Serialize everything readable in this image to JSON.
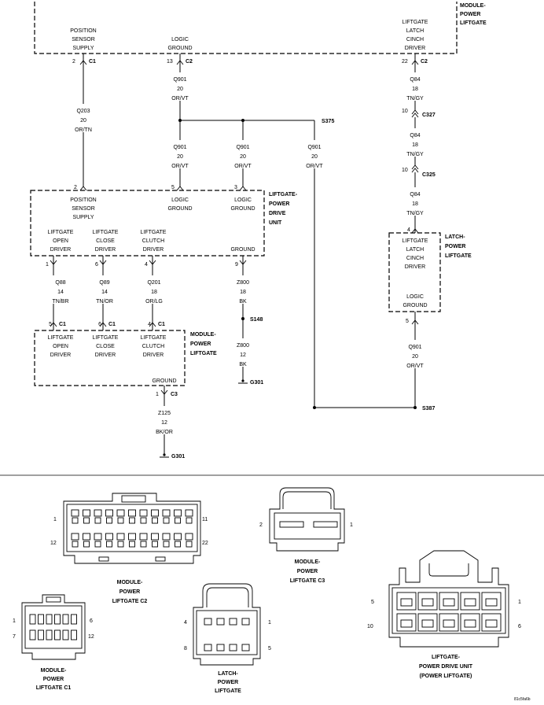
{
  "modules": {
    "mpl_top": {
      "name": [
        "MODULE-",
        "POWER",
        "LIFTGATE"
      ],
      "pins": [
        {
          "label": [
            "POSITION",
            "SENSOR",
            "SUPPLY"
          ],
          "pin": "2",
          "conn": "C1"
        },
        {
          "label": [
            "LOGIC",
            "GROUND"
          ],
          "pin": "13",
          "conn": "C2"
        },
        {
          "label": [
            "LIFTGATE",
            "LATCH",
            "CINCH",
            "DRIVER"
          ],
          "pin": "22",
          "conn": "C2"
        }
      ]
    },
    "pdu": {
      "name": [
        "LIFTGATE-",
        "POWER",
        "DRIVE",
        "UNIT"
      ],
      "top_pins": [
        {
          "label": [
            "POSITION",
            "SENSOR",
            "SUPPLY"
          ],
          "pin": "2"
        },
        {
          "label": [
            "LOGIC",
            "GROUND"
          ],
          "pin": "5"
        },
        {
          "label": [
            "LOGIC",
            "GROUND"
          ],
          "pin": "3"
        }
      ],
      "bottom_pins": [
        {
          "label": [
            "LIFTGATE",
            "OPEN",
            "DRIVER"
          ],
          "pin": "1"
        },
        {
          "label": [
            "LIFTGATE",
            "CLOSE",
            "DRIVER"
          ],
          "pin": "6"
        },
        {
          "label": [
            "LIFTGATE",
            "CLUTCH",
            "DRIVER"
          ],
          "pin": "4"
        },
        {
          "label": [
            "GROUND"
          ],
          "pin": "9"
        }
      ]
    },
    "mpl_bottom": {
      "name": [
        "MODULE-",
        "POWER",
        "LIFTGATE"
      ],
      "pins": [
        {
          "label": [
            "LIFTGATE",
            "OPEN",
            "DRIVER"
          ],
          "pin": "5",
          "conn": "C1"
        },
        {
          "label": [
            "LIFTGATE",
            "CLOSE",
            "DRIVER"
          ],
          "pin": "6",
          "conn": "C1"
        },
        {
          "label": [
            "LIFTGATE",
            "CLUTCH",
            "DRIVER"
          ],
          "pin": "4",
          "conn": "C1"
        }
      ],
      "ground": {
        "label": [
          "GROUND"
        ],
        "pin": "1",
        "conn": "C3"
      }
    },
    "latch": {
      "name": [
        "LATCH-",
        "POWER",
        "LIFTGATE"
      ],
      "pins": [
        {
          "label": [
            "LIFTGATE",
            "LATCH",
            "CINCH",
            "DRIVER"
          ],
          "pin": "4"
        },
        {
          "label": [
            "LOGIC",
            "GROUND"
          ],
          "pin": "5"
        }
      ]
    }
  },
  "wires": {
    "q203": [
      "Q203",
      "20",
      "OR/TN"
    ],
    "q901_a": [
      "Q901",
      "20",
      "OR/VT"
    ],
    "q901_b": [
      "Q901",
      "20",
      "OR/VT"
    ],
    "q901_c": [
      "Q901",
      "20",
      "OR/VT"
    ],
    "q901_d": [
      "Q901",
      "20",
      "OR/VT"
    ],
    "q901_e": [
      "Q901",
      "20",
      "OR/VT"
    ],
    "q84_a": [
      "Q84",
      "18",
      "TN/GY"
    ],
    "q84_b": [
      "Q84",
      "18",
      "TN/GY"
    ],
    "q84_c": [
      "Q84",
      "18",
      "TN/GY"
    ],
    "q88": [
      "Q88",
      "14",
      "TN/BR"
    ],
    "q89": [
      "Q89",
      "14",
      "TN/OR"
    ],
    "q201": [
      "Q201",
      "18",
      "OR/LG"
    ],
    "z800_a": [
      "Z800",
      "18",
      "BK"
    ],
    "z800_b": [
      "Z800",
      "12",
      "BK"
    ],
    "z125": [
      "Z125",
      "12",
      "BK/OR"
    ]
  },
  "splices": {
    "s375": "S375",
    "s148": "S148",
    "s387": "S387"
  },
  "inline": {
    "c327": {
      "name": "C327",
      "pin": "10"
    },
    "c325": {
      "name": "C325",
      "pin": "10"
    }
  },
  "grounds": {
    "g301_a": "G301",
    "g301_b": "G301"
  },
  "connector_views": {
    "c2": {
      "caption": [
        "MODULE-",
        "POWER",
        "LIFTGATE C2"
      ],
      "pins": [
        "1",
        "11",
        "12",
        "22"
      ]
    },
    "c3": {
      "caption": [
        "MODULE-",
        "POWER",
        "LIFTGATE C3"
      ],
      "pins": [
        "2",
        "1"
      ]
    },
    "c1": {
      "caption": [
        "MODULE-",
        "POWER",
        "LIFTGATE C1"
      ],
      "pins": [
        "1",
        "6",
        "7",
        "12"
      ]
    },
    "latch": {
      "caption": [
        "LATCH-",
        "POWER",
        "LIFTGATE"
      ],
      "pins": [
        "4",
        "1",
        "8",
        "5"
      ]
    },
    "pdu": {
      "caption": [
        "LIFTGATE-",
        "POWER DRIVE UNIT",
        "(POWER LIFTGATE)"
      ],
      "pins": [
        "5",
        "1",
        "10",
        "6"
      ]
    }
  },
  "figure_id": "81c5fa6b"
}
